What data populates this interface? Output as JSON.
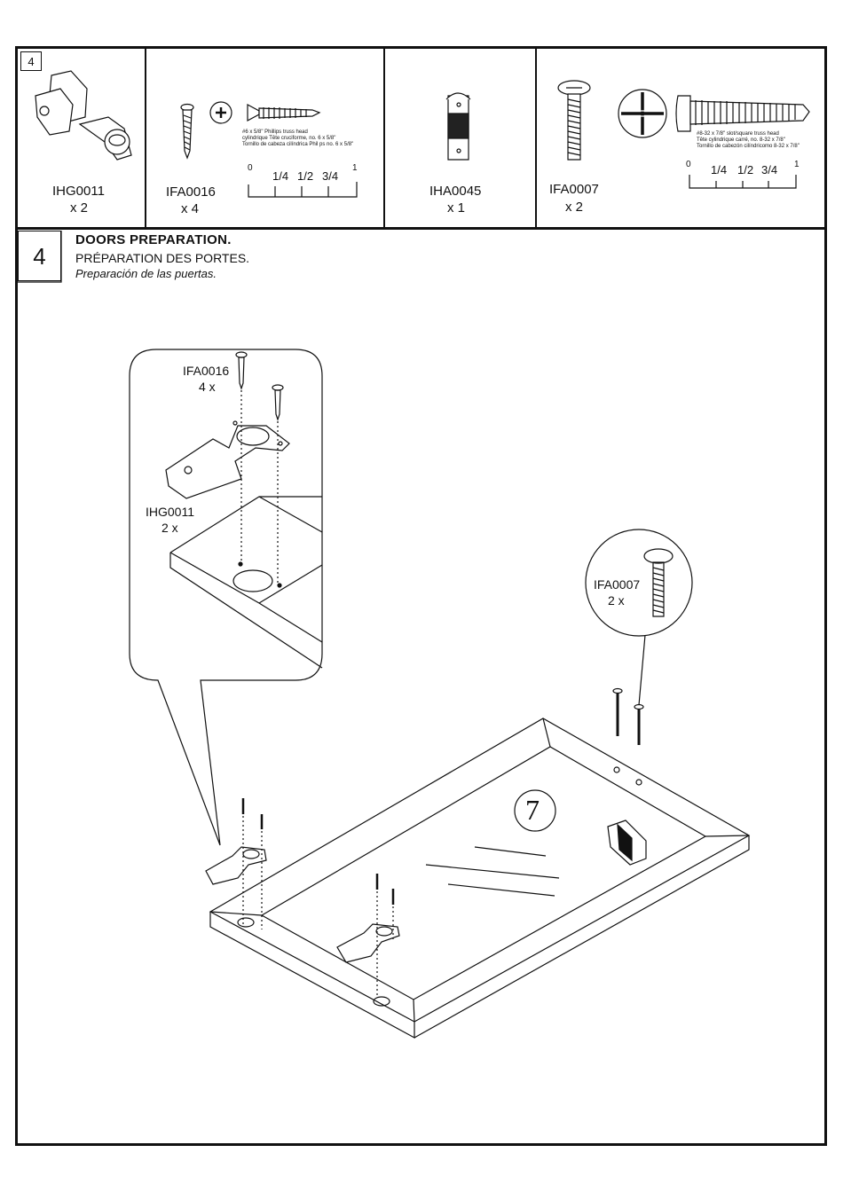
{
  "header": {
    "page_step": "4"
  },
  "parts": [
    {
      "code": "IHG0011",
      "qty": "x 2"
    },
    {
      "code": "IFA0016",
      "qty": "x 4",
      "desc": [
        "#6 x 5/8\" Phillips    truss head",
        "cylindrique Tête  cruciforme, no. 6 x 5/8\"",
        "Tornillo de cabeza cilíndrica Phil ps no. 6 x 5/8\""
      ],
      "scale": [
        "0",
        "1/4",
        "1/2",
        "3/4",
        "1"
      ]
    },
    {
      "code": "IHA0045",
      "qty": "x 1"
    },
    {
      "code": "IFA0007",
      "qty": "x 2",
      "desc": [
        "#8-32 x 7/8\" slot/square truss head",
        "Tête cylindrique carré, no. 8-32 x 7/8\"",
        "Tornillo de cabezón cilíndricomo  8-32 x 7/8\""
      ],
      "scale": [
        "0",
        "1/4",
        "1/2",
        "3/4",
        "1"
      ]
    }
  ],
  "step": {
    "number": "4",
    "title_en": "DOORS PREPARATION.",
    "title_fr": "PRÉPARATION DES PORTES.",
    "title_es": "Preparación de las puertas."
  },
  "callouts": {
    "left_screw_code": "IFA0016",
    "left_screw_qty": "4 x",
    "left_hinge_code": "IHG0011",
    "left_hinge_qty": "2 x",
    "right_screw_code": "IFA0007",
    "right_screw_qty": "2 x"
  },
  "door_label": "7"
}
